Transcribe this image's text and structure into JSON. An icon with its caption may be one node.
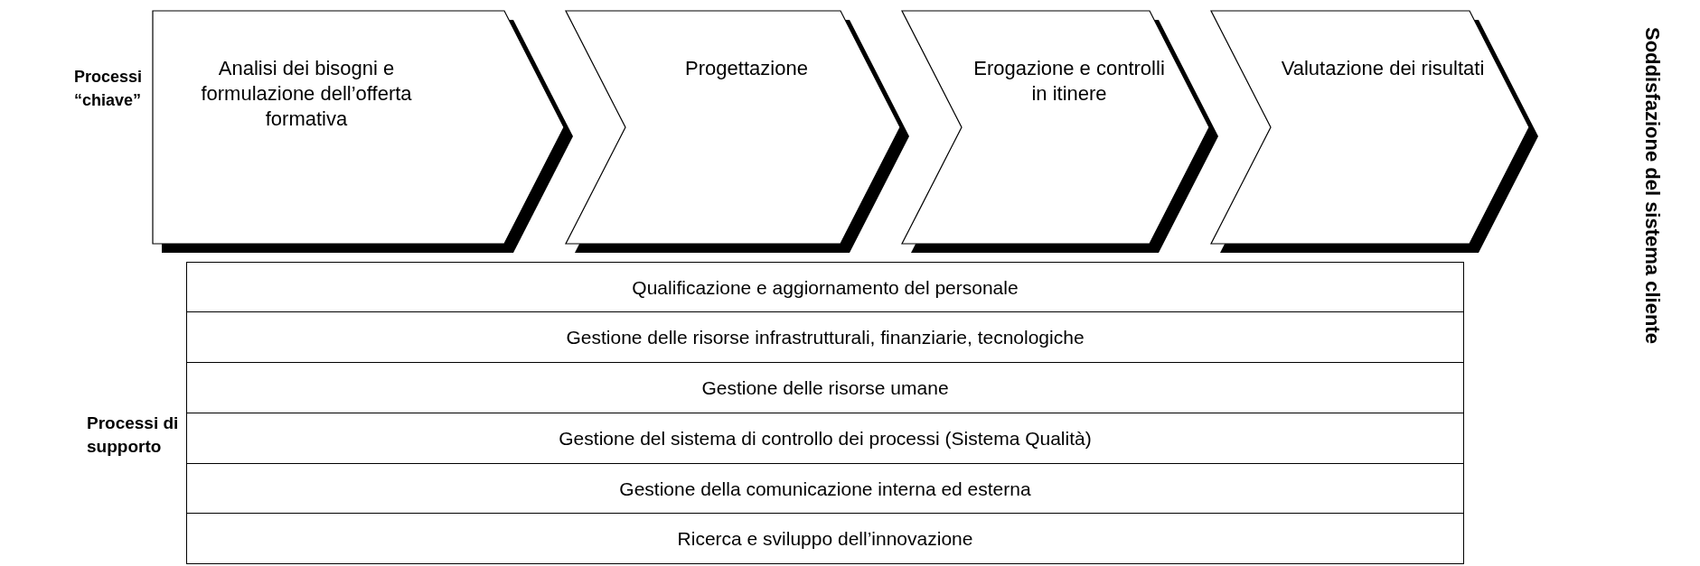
{
  "diagram": {
    "nodes": [
      {
        "text": [
          "Analisi dei bisogni e formulazione dell’offerta formativa"
        ]
      },
      {
        "text": [
          "Progettazione"
        ]
      },
      {
        "text": [
          "Erogazione e controlli in itinere"
        ]
      },
      {
        "text": [
          "Valutazione dei risultati"
        ]
      },
      {
        "text": [
          "Qualificazione e aggiornamento del personale"
        ]
      },
      {
        "text": [
          "Gestione delle risorse infrastrutturali, finanziarie, tecnologiche"
        ]
      },
      {
        "text": [
          "Gestione delle risorse umane"
        ]
      },
      {
        "text": [
          "Gestione del sistema di controllo dei processi (Sistema Qualità)"
        ]
      },
      {
        "text": [
          "Gestione della comunicazione interna ed esterna"
        ]
      },
      {
        "text": [
          "Ricerca e sviluppo dell’innovazione"
        ]
      }
    ],
    "labels": [
      "Processi “chiave”",
      "Processi di supporto",
      "Soddisfazione del sistema cliente"
    ]
  }
}
